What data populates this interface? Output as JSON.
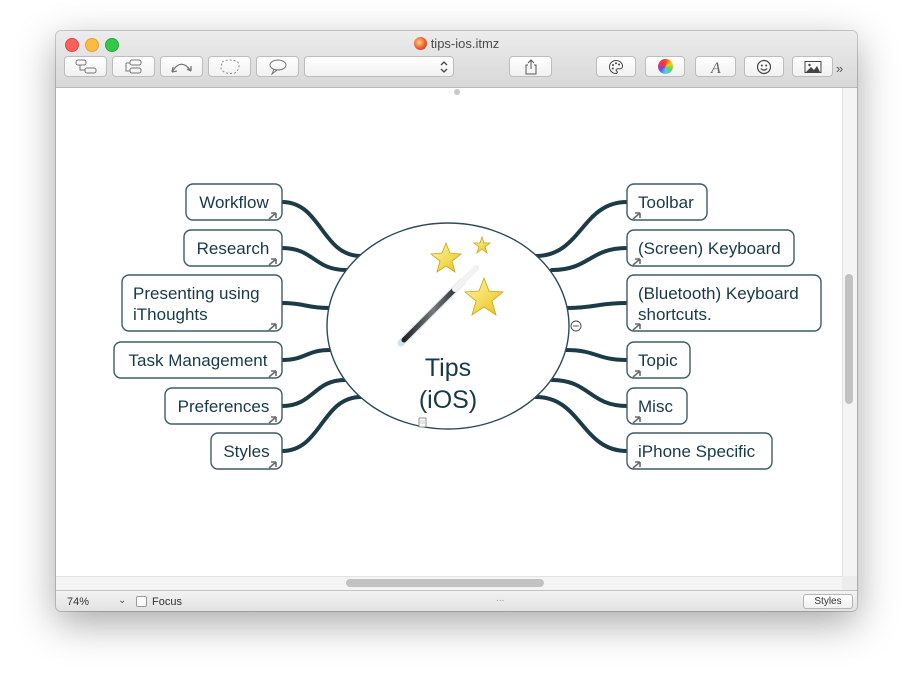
{
  "window": {
    "title": "tips-ios.itmz"
  },
  "toolbar": {
    "buttons": [
      {
        "name": "add-child-topic-button",
        "icon": "add-child-topic-icon"
      },
      {
        "name": "add-sibling-topic-button",
        "icon": "add-sibling-topic-icon"
      },
      {
        "name": "add-relationship-button",
        "icon": "relationship-arrow-icon"
      },
      {
        "name": "boundary-button",
        "icon": "dotted-boundary-icon"
      },
      {
        "name": "callout-button",
        "icon": "speech-bubble-icon"
      },
      {
        "name": "share-button",
        "icon": "share-icon"
      },
      {
        "name": "palette-button",
        "icon": "palette-icon"
      },
      {
        "name": "colors-button",
        "icon": "color-wheel-icon"
      },
      {
        "name": "fonts-button",
        "icon": "font-a-icon"
      },
      {
        "name": "emoji-button",
        "icon": "smiley-icon"
      },
      {
        "name": "image-button",
        "icon": "image-icon"
      }
    ],
    "style_combo_value": "",
    "overflow_label": "»"
  },
  "mindmap": {
    "center": {
      "line1": "Tips",
      "line2": "(iOS)"
    },
    "left_topics": [
      {
        "lines": [
          "Workflow"
        ]
      },
      {
        "lines": [
          "Research"
        ]
      },
      {
        "lines": [
          "Presenting using",
          "iThoughts"
        ]
      },
      {
        "lines": [
          "Task Management"
        ]
      },
      {
        "lines": [
          "Preferences"
        ]
      },
      {
        "lines": [
          "Styles"
        ]
      }
    ],
    "right_topics": [
      {
        "lines": [
          "Toolbar"
        ]
      },
      {
        "lines": [
          "(Screen) Keyboard"
        ]
      },
      {
        "lines": [
          "(Bluetooth) Keyboard",
          "shortcuts."
        ]
      },
      {
        "lines": [
          "Topic"
        ]
      },
      {
        "lines": [
          "Misc"
        ]
      },
      {
        "lines": [
          "iPhone Specific"
        ]
      }
    ],
    "colors": {
      "line": "#1d3b47",
      "border": "#3e5a66",
      "text": "#17394a"
    }
  },
  "statusbar": {
    "zoom": "74%",
    "zoom_caret": "⌄",
    "focus_label": "Focus",
    "focus_checked": false,
    "center_dots": "...",
    "styles_label": "Styles"
  }
}
